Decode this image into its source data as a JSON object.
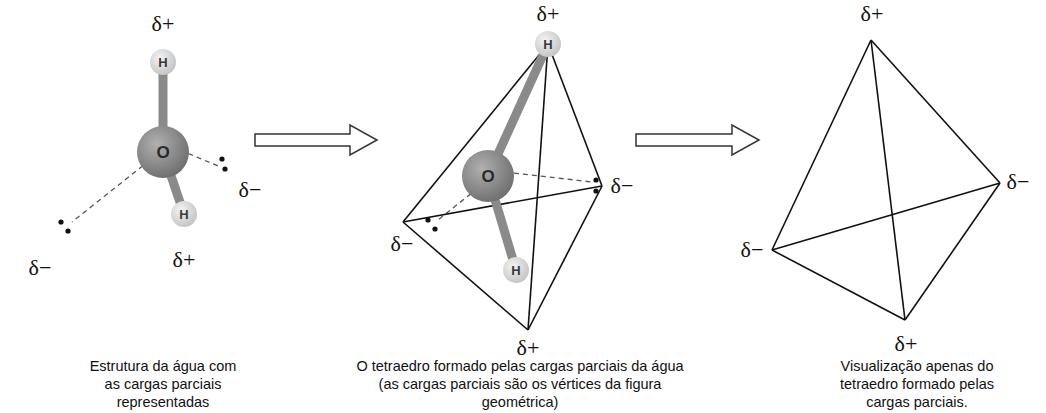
{
  "diagram": {
    "nodes": [
      {
        "text": [
          "H"
        ]
      },
      {
        "text": [
          "O"
        ]
      },
      {
        "text": [
          "H"
        ]
      },
      {
        "text": [
          "H"
        ]
      },
      {
        "text": [
          "O"
        ]
      },
      {
        "text": [
          "H"
        ]
      }
    ],
    "edges": [
      {
        "from": 0,
        "to": 1,
        "arrow": "none"
      },
      {
        "from": 1,
        "to": 2,
        "arrow": "none"
      },
      {
        "from": 3,
        "to": 4,
        "arrow": "none"
      },
      {
        "from": 4,
        "to": 5,
        "arrow": "none"
      }
    ],
    "labels": [
      "δ+",
      "δ−",
      "δ−",
      "δ+",
      "δ+",
      "δ−",
      "δ−",
      "δ+",
      "δ+",
      "δ−",
      "δ−",
      "δ+",
      "Estrutura da água com as cargas parciais representadas",
      "O tetraedro formado pelas cargas parciais da água (as cargas parciais são os vértices da figura geométrica)",
      "Visualização apenas do tetraedro formado pelas cargas parciais."
    ]
  }
}
